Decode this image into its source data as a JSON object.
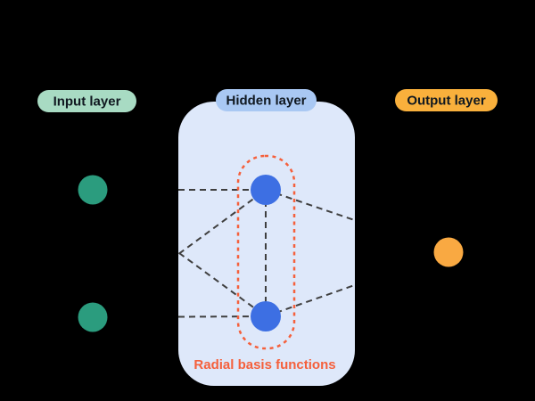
{
  "diagram": {
    "type": "radial-basis-function-network",
    "pills": {
      "input": "Input layer",
      "hidden": "Hidden layer",
      "output": "Output layer"
    },
    "caption": "Radial basis functions",
    "node_counts": {
      "input": 2,
      "hidden": 2,
      "output": 1
    }
  },
  "colors": {
    "background": "#000000",
    "input-pill-bg": "#A8DBC3",
    "hidden-pill-bg": "#A9C8F3",
    "output-pill-bg": "#F9B03C",
    "pill-text": "#101820",
    "hidden-box-bg": "#DEE8FA",
    "input-node": "#2B9C7E",
    "hidden-node": "#3D6FE3",
    "output-node": "#F9A942",
    "rbf-accent": "#F5603C",
    "connection-line": "#3F3F3F"
  }
}
